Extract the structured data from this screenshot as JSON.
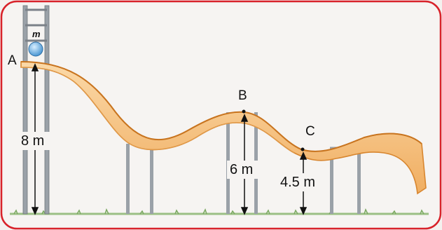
{
  "points": {
    "a": "A",
    "b": "B",
    "c": "C",
    "mass": "m"
  },
  "heights": {
    "a": "8 m",
    "b": "6 m",
    "c": "4.5 m"
  },
  "colors": {
    "frame_border": "#d8222a",
    "slide_fill": "#f6c48a",
    "slide_edge": "#d8862f",
    "slide_shadow": "#e59c4a",
    "pole": "#8e959c",
    "grass": "#7aa860",
    "ball": "#6fb6e6"
  }
}
